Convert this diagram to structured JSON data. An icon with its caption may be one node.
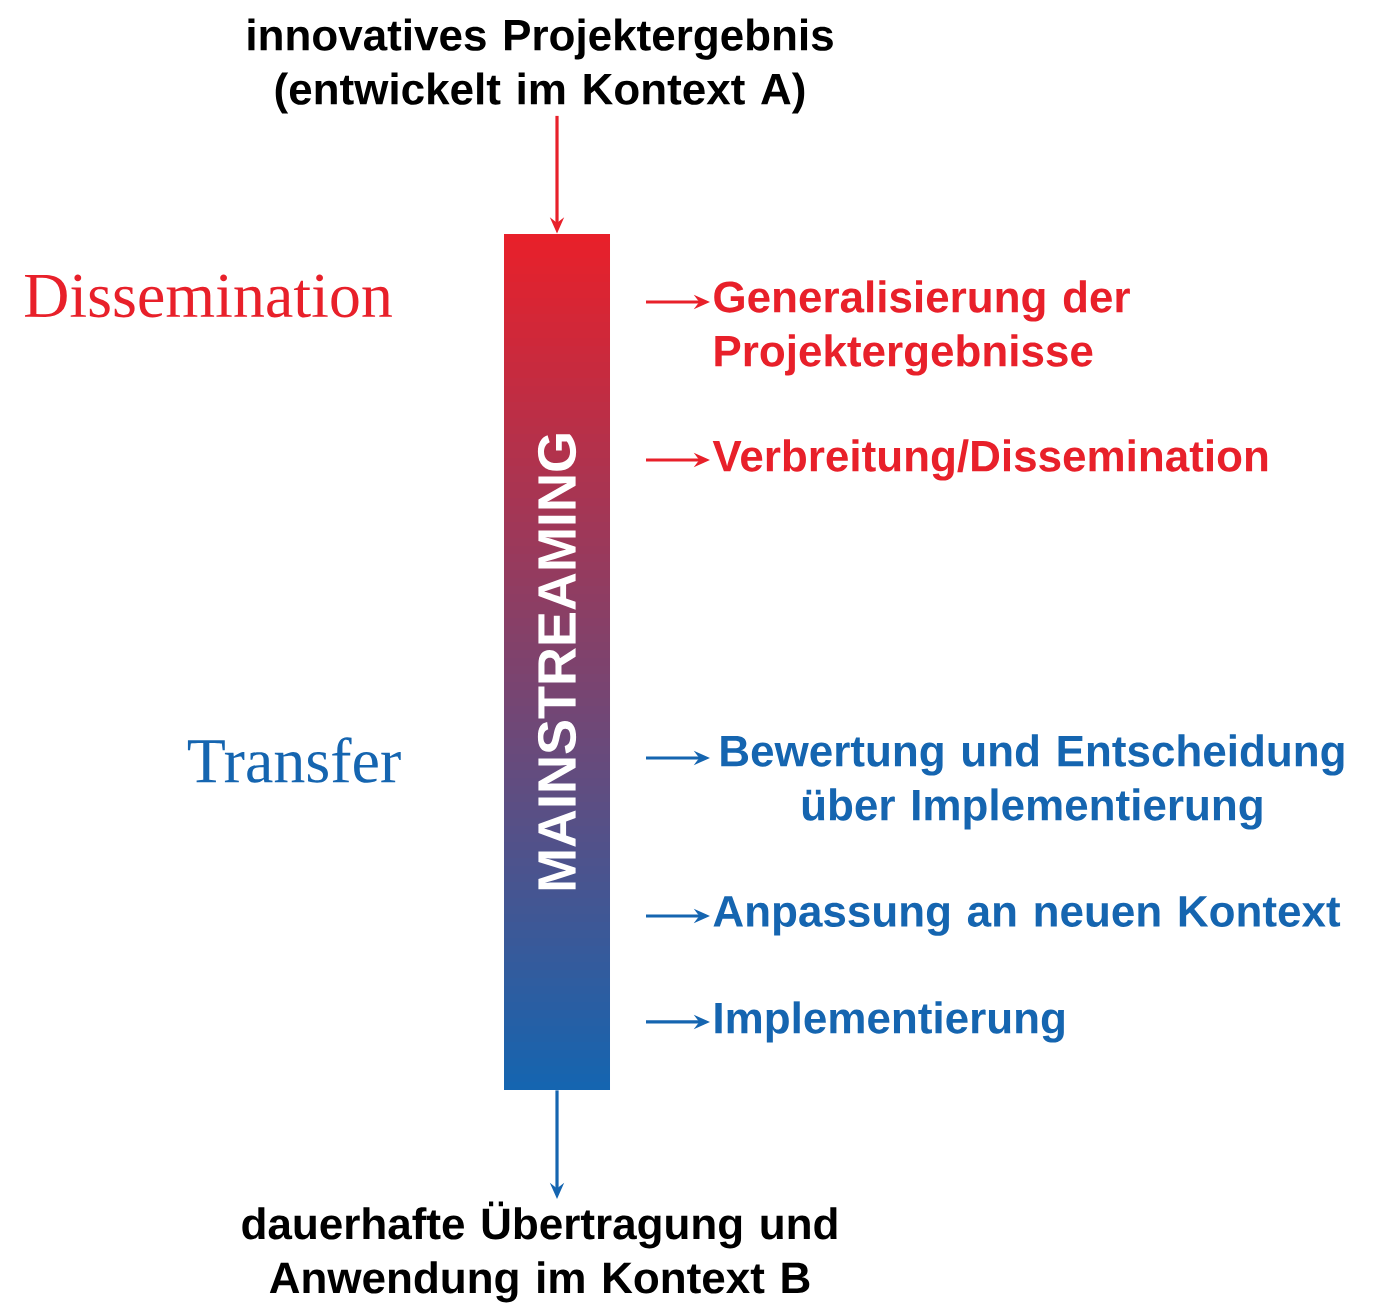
{
  "diagram": {
    "nodes": [
      {
        "text": [
          "innovatives Projektergebnis (entwickelt im Kontext A)"
        ]
      },
      {
        "text": [
          "MAINSTREAMING"
        ]
      },
      {
        "text": [
          "dauerhafte Übertragung und Anwendung im Kontext B"
        ]
      },
      {
        "text": [
          "Generalisierung der Projektergebnisse"
        ]
      },
      {
        "text": [
          "Verbreitung/Dissemination"
        ]
      },
      {
        "text": [
          "Bewertung und Entscheidung über Implementierung"
        ]
      },
      {
        "text": [
          "Anpassung an neuen Kontext"
        ]
      },
      {
        "text": [
          "Implementierung"
        ]
      }
    ],
    "edges": [
      {
        "from": 0,
        "to": 1,
        "arrow": "to",
        "color": "#e8202a"
      },
      {
        "from": 1,
        "to": 2,
        "arrow": "to"
      },
      {
        "from": null,
        "to": 3,
        "arrow": "to",
        "color": "#e8202a"
      },
      {
        "from": null,
        "to": 4,
        "arrow": "to",
        "color": "#e8202a"
      },
      {
        "from": null,
        "to": 5,
        "arrow": "to"
      },
      {
        "from": null,
        "to": 6,
        "arrow": "to"
      },
      {
        "from": null,
        "to": 7,
        "arrow": "to"
      }
    ],
    "labels": [
      "Dissemination",
      "Transfer"
    ]
  }
}
